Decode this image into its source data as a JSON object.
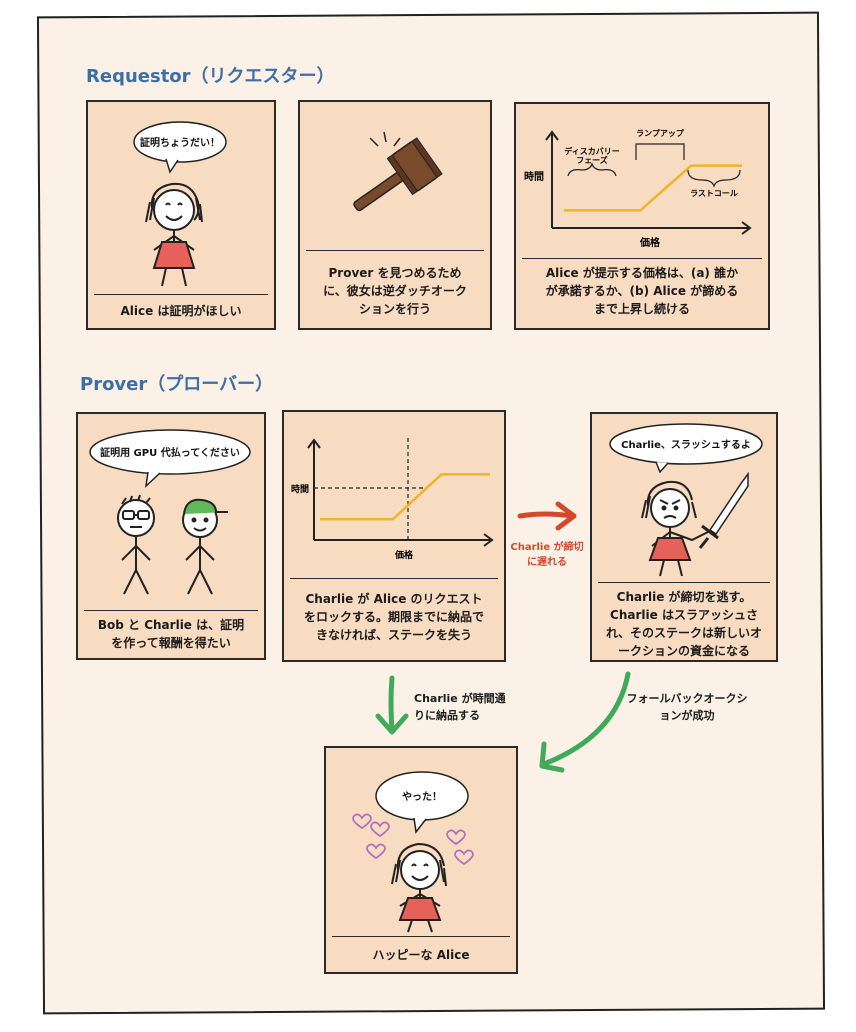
{
  "requestor": {
    "title": "Requestor（リクエスター）",
    "panel1": {
      "bubble": "証明ちょうだい！",
      "caption": "Alice は証明がほしい"
    },
    "panel2": {
      "caption": "Prover を見つめるために、彼女は逆ダッチオークションを行う"
    },
    "panel3": {
      "chart_data": {
        "type": "line",
        "title": "",
        "xlabel": "価格",
        "ylabel": "時間",
        "annotations": [
          "ディスカバリーフェーズ",
          "ランプアップ",
          "ラストコール"
        ],
        "series": [
          {
            "values": [
              0.1,
              0.1,
              0.1,
              0.1,
              0.5,
              0.9,
              0.9,
              0.9
            ]
          }
        ],
        "grid": false
      },
      "annot_discovery_line1": "ディスカバリー",
      "annot_discovery_line2": "フェーズ",
      "annot_rampup": "ランプアップ",
      "annot_lastcall": "ラストコール",
      "ylabel": "時間",
      "xlabel": "価格",
      "caption": "Alice が提示する価格は、(a) 誰かが承諾するか、(b) Alice が諦めるまで上昇し続ける"
    }
  },
  "prover": {
    "title": "Prover（プローバー）",
    "panel1": {
      "bubble": "証明用 GPU 代払ってください",
      "caption": "Bob と Charlie は、証明を作って報酬を得たい"
    },
    "panel2": {
      "chart_data": {
        "type": "line",
        "title": "",
        "xlabel": "価格",
        "ylabel": "時間",
        "series": [
          {
            "values": [
              0.2,
              0.2,
              0.2,
              0.2,
              0.55,
              0.9,
              0.9,
              0.9
            ]
          }
        ],
        "grid": false
      },
      "ylabel": "時間",
      "xlabel": "価格",
      "caption": "Charlie が Alice のリクエストをロックする。期限までに納品できなければ、ステークを失う"
    },
    "arrow_late_label": "Charlie が締切に遅れる",
    "panel3": {
      "bubble": "Charlie、スラッシュするよ",
      "caption": "Charlie が締切を逃す。Charlie はスラアッシュされ、そのステークは新しいオークションの資金になる"
    },
    "arrow_ontime_label": "Charlie が時間通りに納品する",
    "arrow_fallback_label": "フォールバックオークションが成功",
    "final": {
      "bubble": "やった！",
      "caption": "ハッピーな Alice"
    }
  },
  "colors": {
    "title_blue": "#3c6fa6",
    "panel_fill": "#f8dcc1",
    "curve": "#f0b429",
    "red_arrow": "#d4492e",
    "green_arrow": "#3fab5a",
    "dress": "#e8605a",
    "heart": "#b46fc0"
  }
}
